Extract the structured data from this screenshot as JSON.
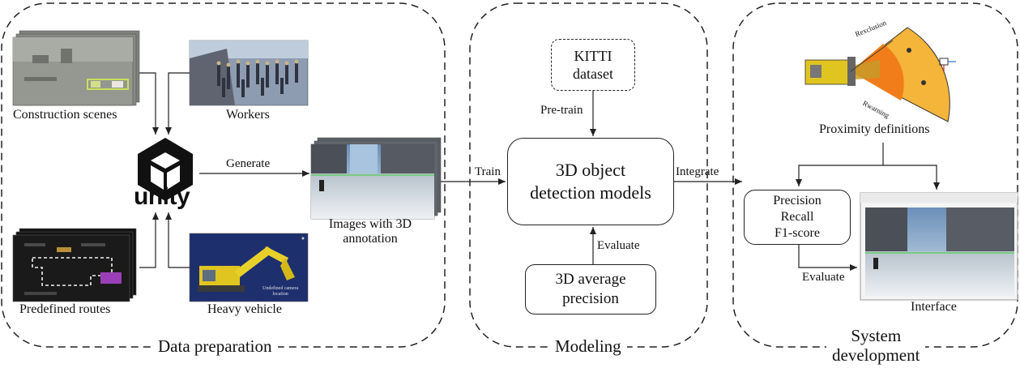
{
  "sections": {
    "data_preparation": "Data preparation",
    "modeling": "Modeling",
    "system_development_line1": "System",
    "system_development_line2": "development"
  },
  "data_preparation": {
    "construction_scenes": "Construction scenes",
    "workers": "Workers",
    "predefined_routes": "Predefined routes",
    "heavy_vehicle": "Heavy vehicle",
    "unity_logo_text": "unity",
    "generate": "Generate",
    "images_line1": "Images with 3D",
    "images_line2": "annotation",
    "vehicle_caption_line1": "Undefined camera",
    "vehicle_caption_line2": "location"
  },
  "modeling": {
    "kitti_line1": "KITTI",
    "kitti_line2": "dataset",
    "pretrain": "Pre-train",
    "train": "Train",
    "models_line1": "3D object",
    "models_line2": "detection models",
    "evaluate": "Evaluate",
    "ap_line1": "3D average",
    "ap_line2": "precision"
  },
  "system_development": {
    "integrate": "Integrate",
    "proximity": "Proximity definitions",
    "r_exclusion": "Rexclusion",
    "r_warning": "Rwarning",
    "metrics_line1": "Precision",
    "metrics_line2": "Recall",
    "metrics_line3": "F1-score",
    "evaluate": "Evaluate",
    "interface": "Interface"
  },
  "colors": {
    "section_border": "#222222",
    "warning_zone": "#f5b43a",
    "exclusion_zone": "#f07d1a",
    "excavator": "#e8d02a",
    "scene_gray": "#8e9089",
    "sky": "#cfe0f2",
    "ground": "#e6ebef"
  }
}
